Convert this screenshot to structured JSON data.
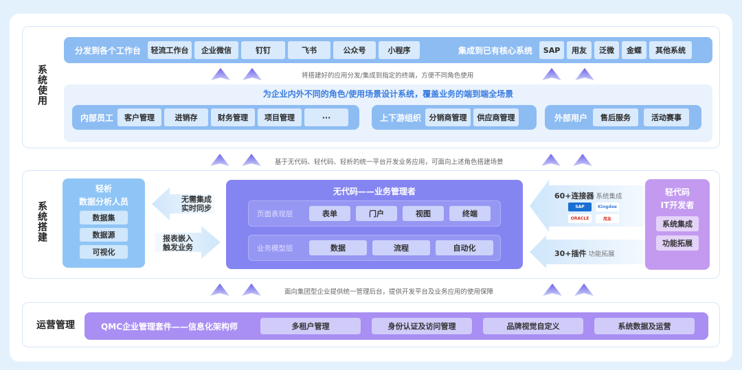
{
  "colors": {
    "page_bg": "#e3f1fd",
    "blue_bar": "#8dbcf3",
    "blue_chip": "#d9eafc",
    "nocode_purple": "#8585f1",
    "lowcode_purple": "#c39af0",
    "ops_purple": "#a98ef3",
    "scene_title": "#3b7ce0"
  },
  "system_use": {
    "label": "系统使用",
    "distribute": {
      "title": "分发到各个工作台",
      "items": [
        "轻流工作台",
        "企业微信",
        "钉钉",
        "飞书",
        "公众号",
        "小程序"
      ]
    },
    "integrate": {
      "title": "集成到已有核心系统",
      "items": [
        "SAP",
        "用友",
        "泛微",
        "金蝶",
        "其他系统"
      ]
    },
    "distribute_note": "将搭建好的应用分发/集成到指定的终端，方便不同角色使用",
    "scenario_title": "为企业内外不同的角色/使用场景设计系统，覆盖业务的端到端全场景",
    "internal": {
      "title": "内部员工",
      "items": [
        "客户管理",
        "进销存",
        "财务管理",
        "项目管理",
        "···"
      ]
    },
    "upstream": {
      "title": "上下游组织",
      "items": [
        "分销商管理",
        "供应商管理"
      ]
    },
    "external": {
      "title": "外部用户",
      "items": [
        "售后服务",
        "活动赛事"
      ]
    }
  },
  "between_use_build": "基于无代码、轻代码、轻析的统一平台开发业务应用，可面向上述角色搭建场景",
  "system_build": {
    "label": "系统搭建",
    "analyst": {
      "title": "轻析",
      "subtitle": "数据分析人员",
      "items": [
        "数据集",
        "数据源",
        "可视化"
      ]
    },
    "sync_arrow": [
      "无需集成",
      "实时同步"
    ],
    "embed_arrow": [
      "报表嵌入",
      "触发业务"
    ],
    "nocode": {
      "title": "无代码——业务管理者",
      "page_layer": {
        "label": "页面表现层",
        "items": [
          "表单",
          "门户",
          "视图",
          "终端"
        ]
      },
      "model_layer": {
        "label": "业务模型层",
        "items": [
          "数据",
          "流程",
          "自动化"
        ]
      }
    },
    "connectors": {
      "count": "60+连接器",
      "sub": "系统集成",
      "logos": [
        "SAP",
        "Kingdee",
        "ORACLE",
        "用友"
      ]
    },
    "plugins": {
      "count": "30+插件",
      "sub": "功能拓展"
    },
    "lowcode": {
      "title": "轻代码",
      "subtitle": "IT开发者",
      "items": [
        "系统集成",
        "功能拓展"
      ]
    }
  },
  "between_build_ops": "面向集团型企业提供统一管理后台，提供开发平台及业务应用的使用保障",
  "ops": {
    "label": "运营管理",
    "title": "QMC企业管理套件——信息化架构师",
    "items": [
      "多租户管理",
      "身份认证及访问管理",
      "品牌视觉自定义",
      "系统数据及运营"
    ]
  }
}
